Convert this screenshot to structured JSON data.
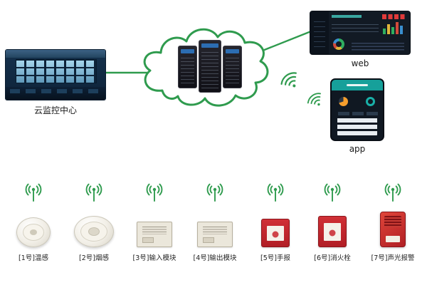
{
  "monitoring_center": {
    "label": "云监控中心"
  },
  "web": {
    "label": "web"
  },
  "app": {
    "label": "app"
  },
  "devices": [
    {
      "label": "[1号]温感"
    },
    {
      "label": "[2号]烟感"
    },
    {
      "label": "[3号]输入模块"
    },
    {
      "label": "[4号]输出模块"
    },
    {
      "label": "[5号]手报"
    },
    {
      "label": "[6号]消火栓"
    },
    {
      "label": "[7号]声光报警"
    }
  ],
  "colors": {
    "accent_green": "#2f9b4e",
    "device_red": "#c8262d"
  }
}
